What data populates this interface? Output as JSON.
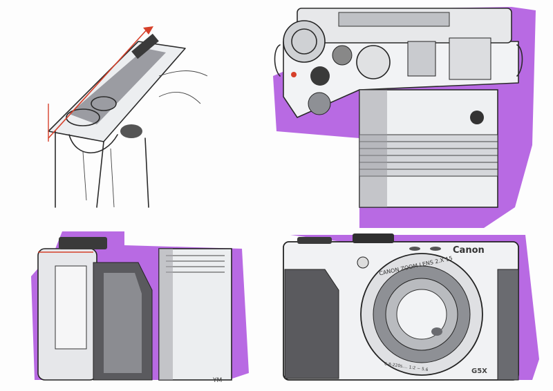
{
  "artwork": {
    "brand_logo": "Canon",
    "lens_ring_text": "CANON ZOOM LENS 2.X 15",
    "lens_spec_text": "6.8-220s.... 1:2 ~ 5.6",
    "model_badge": "G5X",
    "signature": "YM"
  },
  "colors": {
    "marker_purple": "#b05ae0",
    "marker_gray_dark": "#5a5a5e",
    "marker_gray_mid": "#9a9aa0",
    "marker_gray_light": "#d4d6da",
    "accent_red": "#d6402a"
  }
}
